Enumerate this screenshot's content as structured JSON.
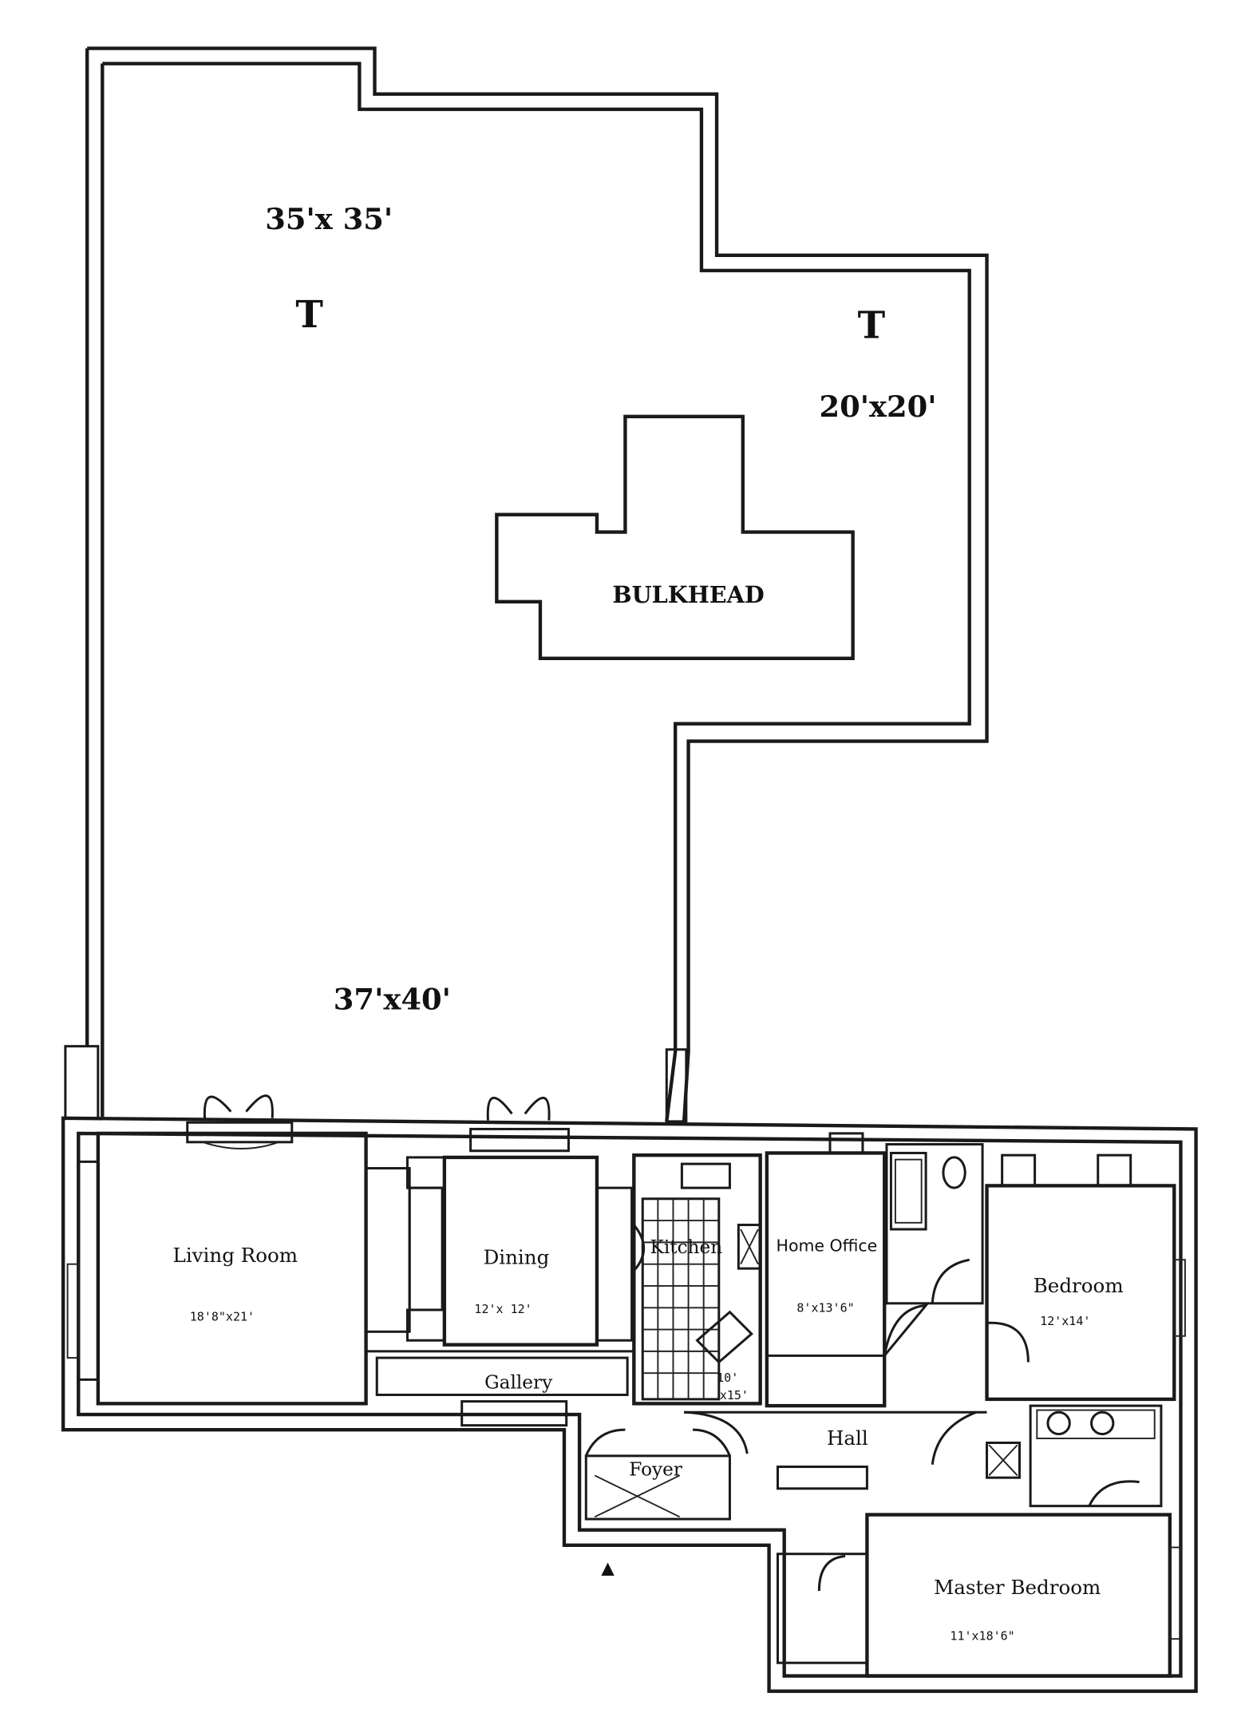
{
  "terrace": {
    "dim_nw": "35'x 35'",
    "marker_nw": "T",
    "marker_ne": "T",
    "dim_ne": "20'x20'",
    "dim_main": "37'x40'",
    "bulkhead": "BULKHEAD"
  },
  "rooms": {
    "living": {
      "name": "Living Room",
      "dim": "18'8\"x21'"
    },
    "dining": {
      "name": "Dining",
      "dim": "12'x 12'"
    },
    "kitchen": {
      "name": "Kitchen",
      "dim_a": "10'",
      "dim_b": "x15'"
    },
    "home_office": {
      "name": "Home Office",
      "dim": "8'x13'6\""
    },
    "bedroom": {
      "name": "Bedroom",
      "dim": "12'x14'"
    },
    "gallery": {
      "name": "Gallery"
    },
    "hall": {
      "name": "Hall"
    },
    "foyer": {
      "name": "Foyer"
    },
    "master": {
      "name": "Master Bedroom",
      "dim": "11'x18'6\""
    }
  },
  "colors": {
    "ink": "#1a1a1a",
    "paper": "#ffffff"
  }
}
